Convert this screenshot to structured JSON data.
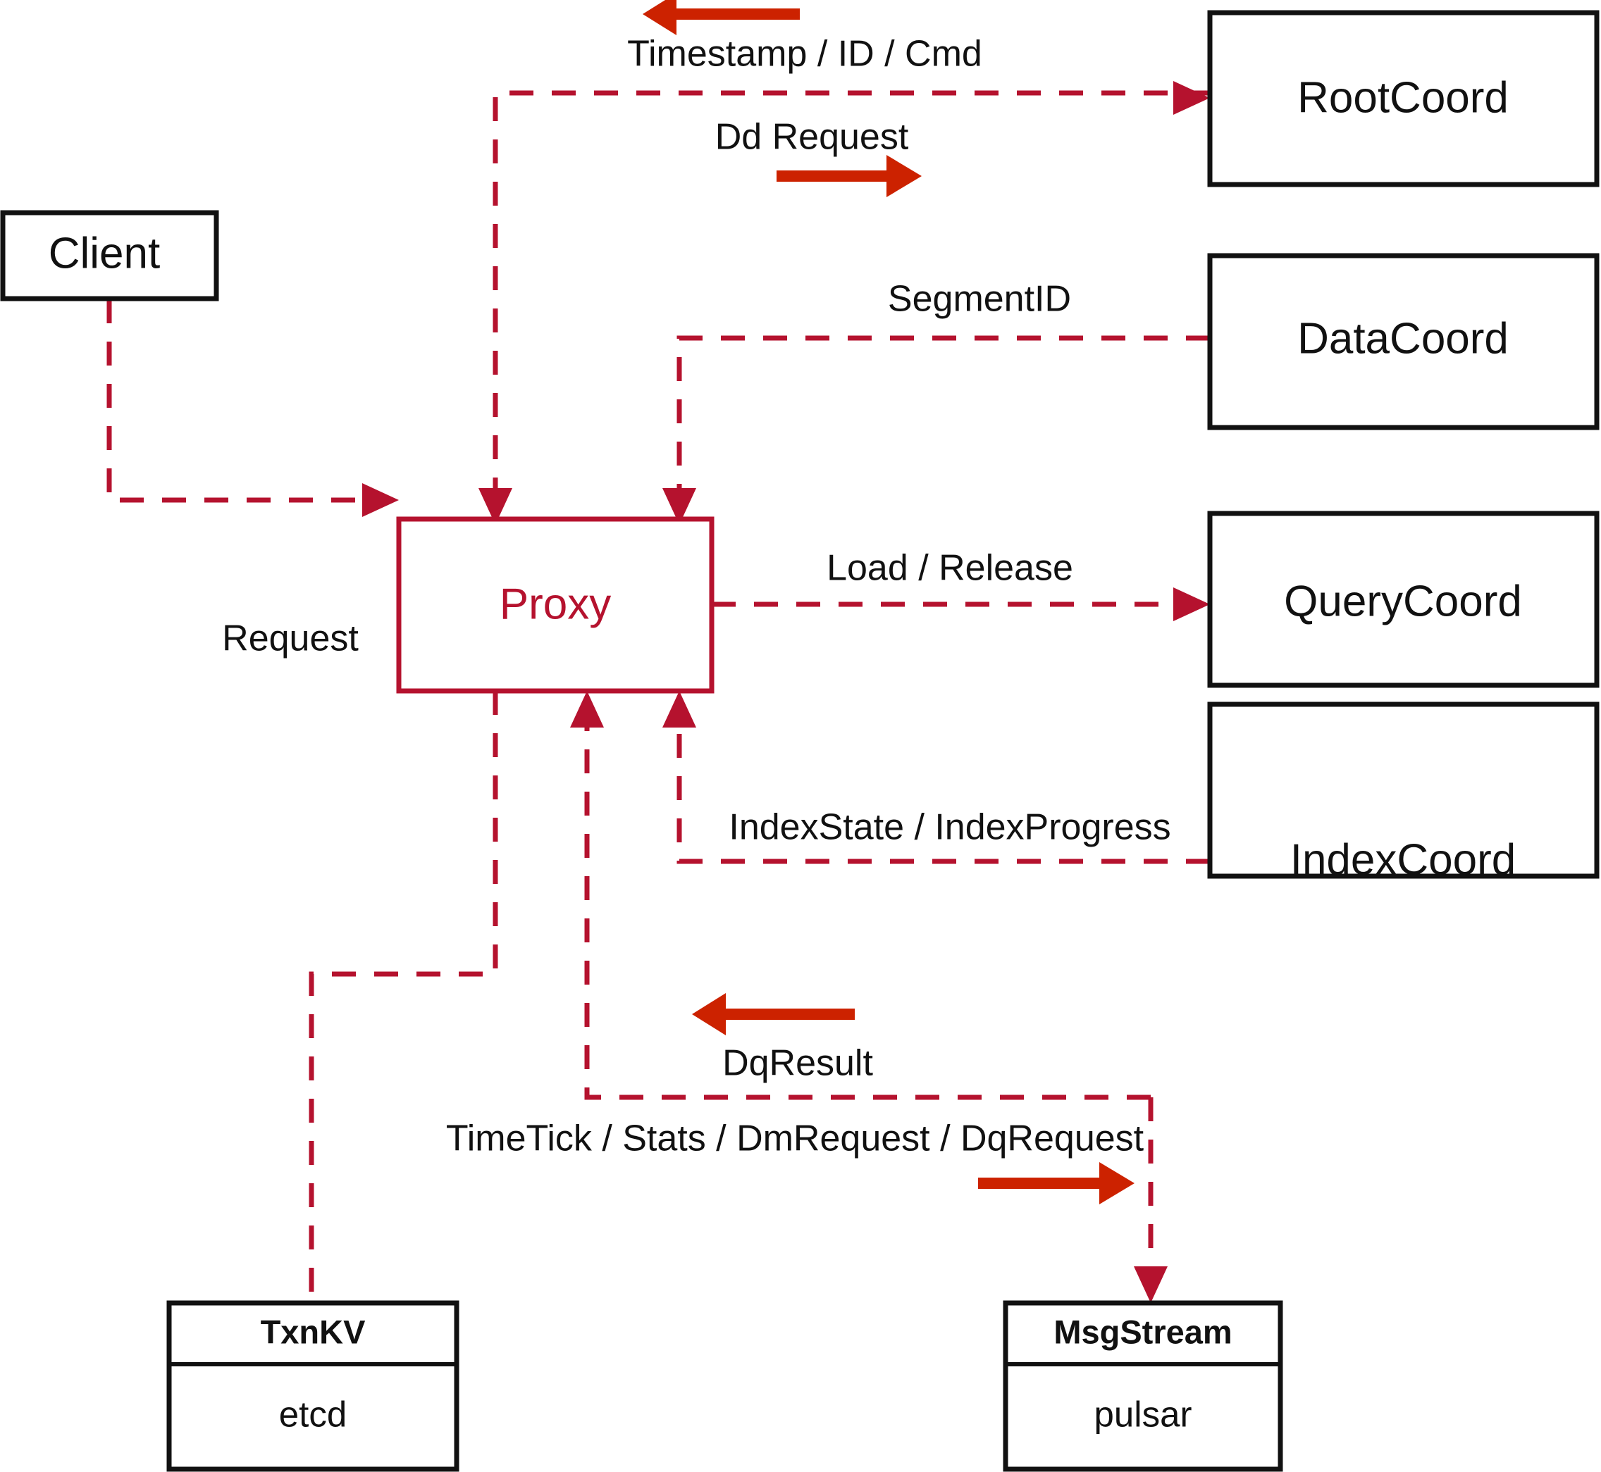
{
  "diagram": {
    "title": "Milvus Proxy interaction diagram",
    "colors": {
      "accent": "#b5122e",
      "arrow": "#cc2200",
      "box_stroke": "#111111",
      "background": "#ffffff"
    },
    "nodes": {
      "client": {
        "label": "Client"
      },
      "proxy": {
        "label": "Proxy"
      },
      "root_coord": {
        "label": "RootCoord"
      },
      "data_coord": {
        "label": "DataCoord"
      },
      "query_coord": {
        "label": "QueryCoord"
      },
      "index_coord": {
        "label": "IndexCoord"
      },
      "txnkv": {
        "label": "TxnKV",
        "impl": "etcd"
      },
      "msgstream": {
        "label": "MsgStream",
        "impl": "pulsar"
      }
    },
    "edges": [
      {
        "id": "timestamp-id-cmd",
        "label": "Timestamp / ID / Cmd",
        "from": "root_coord",
        "to": "proxy",
        "direction": "left"
      },
      {
        "id": "dd-request",
        "label": "Dd Request",
        "from": "proxy",
        "to": "root_coord",
        "direction": "right"
      },
      {
        "id": "segment-id",
        "label": "SegmentID",
        "from": "data_coord",
        "to": "proxy",
        "direction": "left"
      },
      {
        "id": "request",
        "label": "Request",
        "from": "client",
        "to": "proxy",
        "direction": "right"
      },
      {
        "id": "load-release",
        "label": "Load / Release",
        "from": "proxy",
        "to": "query_coord",
        "direction": "right"
      },
      {
        "id": "index-state-progress",
        "label": "IndexState / IndexProgress",
        "from": "index_coord",
        "to": "proxy",
        "direction": "left"
      },
      {
        "id": "dq-result",
        "label": "DqResult",
        "from": "msgstream",
        "to": "proxy",
        "direction": "left"
      },
      {
        "id": "timetick-stats",
        "label": "TimeTick / Stats / DmRequest / DqRequest",
        "from": "proxy",
        "to": "msgstream",
        "direction": "right"
      }
    ]
  }
}
